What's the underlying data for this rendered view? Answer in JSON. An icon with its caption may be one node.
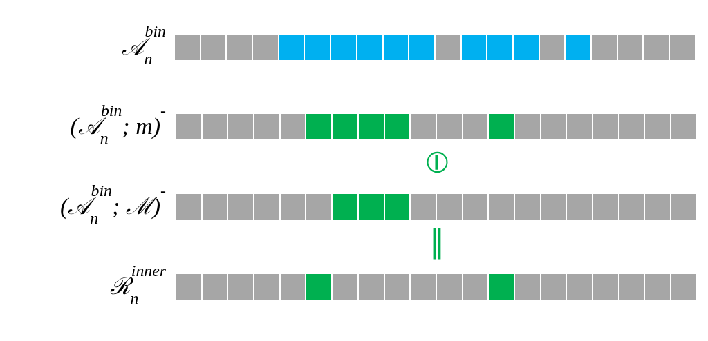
{
  "diagram": {
    "nodes": [
      {
        "text": [
          "𝒜$_{n}$$^{bin}$"
        ]
      },
      {
        "text": [
          "(𝒜$_{n}$$^{bin}$; m)$^{-}$"
        ]
      },
      {
        "text": [
          "(𝒜$_{n}$$^{bin}$; ℳ)$^{-}$"
        ]
      },
      {
        "text": [
          "ℛ$_{n}$$^{inner}$"
        ]
      }
    ],
    "labels": [
      "⦶",
      "‖"
    ]
  }
}
